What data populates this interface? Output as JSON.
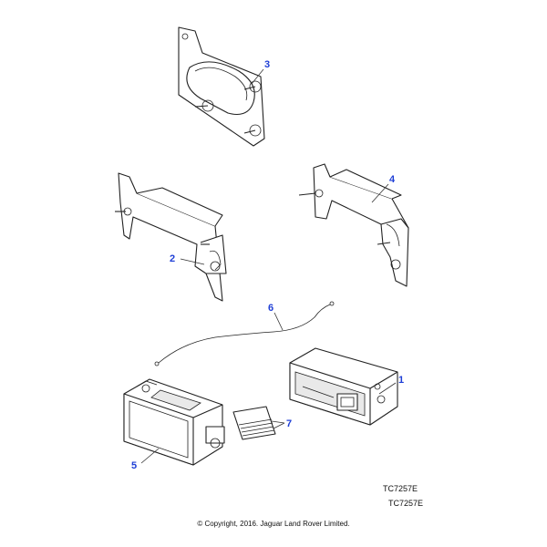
{
  "callouts": [
    {
      "id": "1",
      "label": "1"
    },
    {
      "id": "2",
      "label": "2"
    },
    {
      "id": "3",
      "label": "3"
    },
    {
      "id": "4",
      "label": "4"
    },
    {
      "id": "5",
      "label": "5"
    },
    {
      "id": "6",
      "label": "6"
    },
    {
      "id": "7",
      "label": "7"
    }
  ],
  "reference_code_1": "TC7257E",
  "reference_code_2": "TC7257E",
  "copyright": "© Copyright, 2016. Jaguar Land Rover Limited.",
  "colors": {
    "callout": "#1f3fd6",
    "line": "#222222"
  }
}
